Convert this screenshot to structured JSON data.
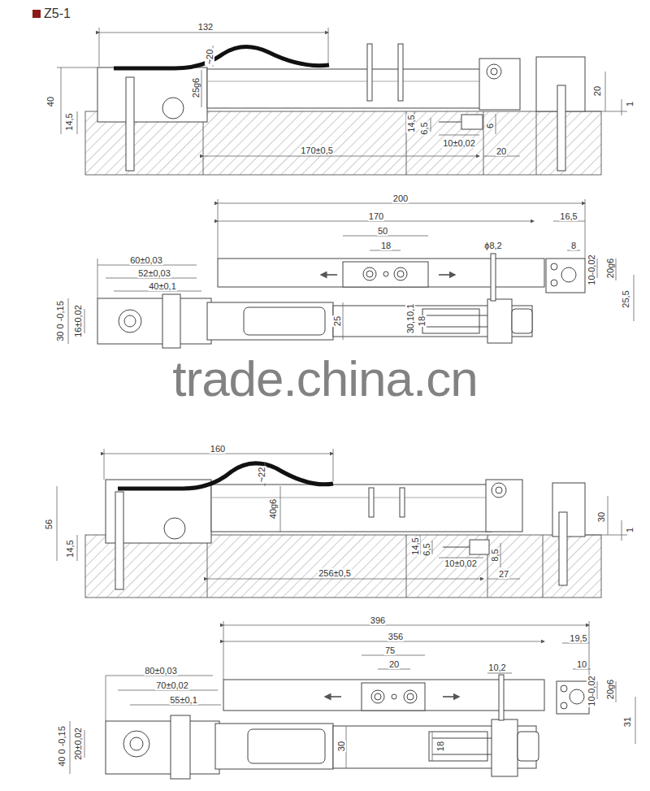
{
  "diagram": {
    "title": "Z5-1",
    "labels": [
      "132",
      "~20",
      "40",
      "14,5",
      "25g6",
      "14,5",
      "6,5",
      "6",
      "10±0,02",
      "170±0,5",
      "20",
      "20",
      "1",
      "200",
      "170",
      "16,5",
      "50",
      "18",
      "ϕ8,2",
      "8",
      "10-0,02",
      "20g6",
      "25,5",
      "60±0,03",
      "52±0,03",
      "40±0,1",
      "30 0 -0,15",
      "16±0,02",
      "25",
      "30,10,1",
      "18",
      "trade.china.cn",
      "160",
      "~22",
      "56",
      "14,5",
      "40g6",
      "14,5",
      "6,5",
      "8,5",
      "10±0,02",
      "256±0,5",
      "27",
      "30",
      "1",
      "396",
      "356",
      "19,5",
      "75",
      "20",
      "10,2",
      "10",
      "10-0,02",
      "20g6",
      "31",
      "80±0,03",
      "70±0,02",
      "55±0,1",
      "40 0 -0,15",
      "20±0,02",
      "30",
      "18"
    ]
  }
}
